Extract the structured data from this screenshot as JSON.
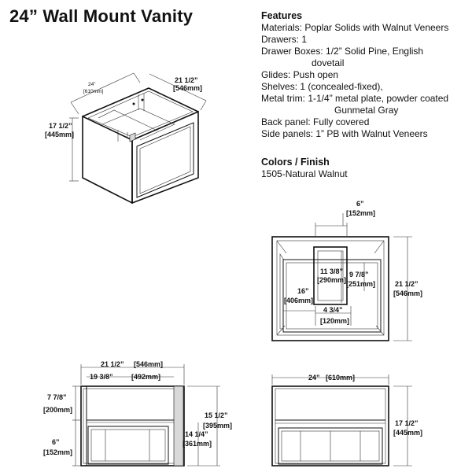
{
  "title": "24” Wall Mount Vanity",
  "features": {
    "heading": "Features",
    "lines": [
      "Materials: Poplar Solids with Walnut Veneers",
      "Drawers: 1",
      "Drawer Boxes: 1/2” Solid Pine, English",
      "dovetail",
      "Glides: Push open",
      "Shelves: 1 (concealed-fixed),",
      "Metal trim: 1-1/4” metal plate, powder coated",
      "Gunmetal Gray",
      "Back panel: Fully covered",
      "Side panels: 1” PB with Walnut Veneers"
    ]
  },
  "colors": {
    "heading": "Colors / Finish",
    "value": "1505-Natural Walnut"
  },
  "iso": {
    "width_in": "24”",
    "width_mm": "[610mm]",
    "depth_in": "21 1/2”",
    "depth_mm": "[546mm]",
    "height_in": "17 1/2”",
    "height_mm": "[445mm]"
  },
  "top": {
    "top_gap_in": "6”",
    "top_gap_mm": "[152mm]",
    "a_in": "11 3/8”",
    "a_mm": "[290mm]",
    "b_in": "9 7/8”",
    "b_mm": "[251mm]",
    "c_in": "16”",
    "c_mm": "[406mm]",
    "d_in": "4 3/4”",
    "d_mm": "[120mm]",
    "depth_in": "21 1/2”",
    "depth_mm": "[546mm]"
  },
  "side": {
    "total_in": "21 1/2”",
    "total_mm": "[546mm]",
    "inner_in": "19 3/8”",
    "inner_mm": "[492mm]",
    "upper_in": "7 7/8”",
    "upper_mm": "[200mm]",
    "lower_in": "6”",
    "lower_mm": "[152mm]",
    "h1_in": "15 1/2”",
    "h1_mm": "[395mm]",
    "h2_in": "14 1/4”",
    "h2_mm": "[361mm]"
  },
  "front": {
    "width_in": "24”",
    "width_mm": "[610mm]",
    "height_in": "17 1/2”",
    "height_mm": "[445mm]"
  }
}
